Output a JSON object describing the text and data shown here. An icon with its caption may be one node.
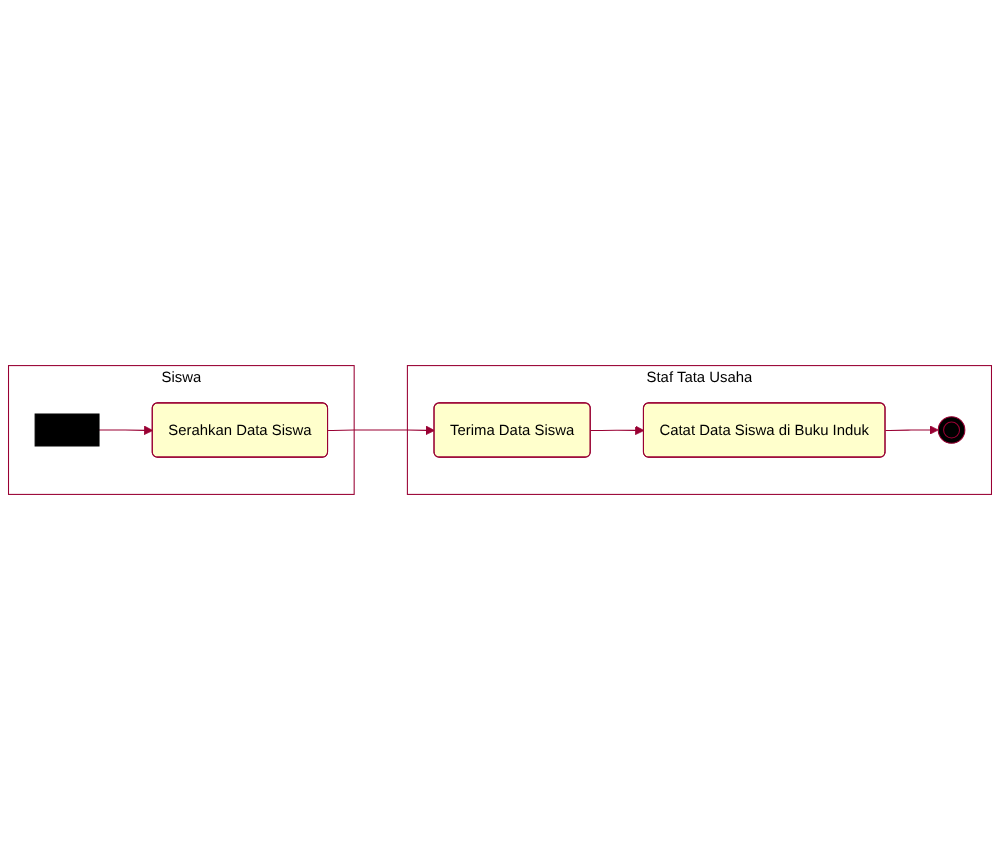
{
  "diagram": {
    "nodes": [
      {
        "text": [
          "Siswa"
        ]
      },
      {
        "text": [
          "Staf Tata Usaha"
        ]
      },
      {
        "text": [],
        "shape": "bar",
        "in": 0
      },
      {
        "text": [
          "Serahkan Data Siswa"
        ],
        "in": 0
      },
      {
        "text": [
          "Terima Data Siswa"
        ],
        "in": 1
      },
      {
        "text": [
          "Catat Data Siswa di Buku Induk"
        ],
        "in": 1
      },
      {
        "text": [],
        "shape": "circle",
        "in": 1
      }
    ],
    "edges": [
      {
        "from": 2,
        "to": 3,
        "arrow": "to"
      },
      {
        "from": 3,
        "to": 4,
        "arrow": "to"
      },
      {
        "from": 4,
        "to": 5,
        "arrow": "to"
      },
      {
        "from": 5,
        "to": 6,
        "arrow": "to"
      }
    ]
  }
}
